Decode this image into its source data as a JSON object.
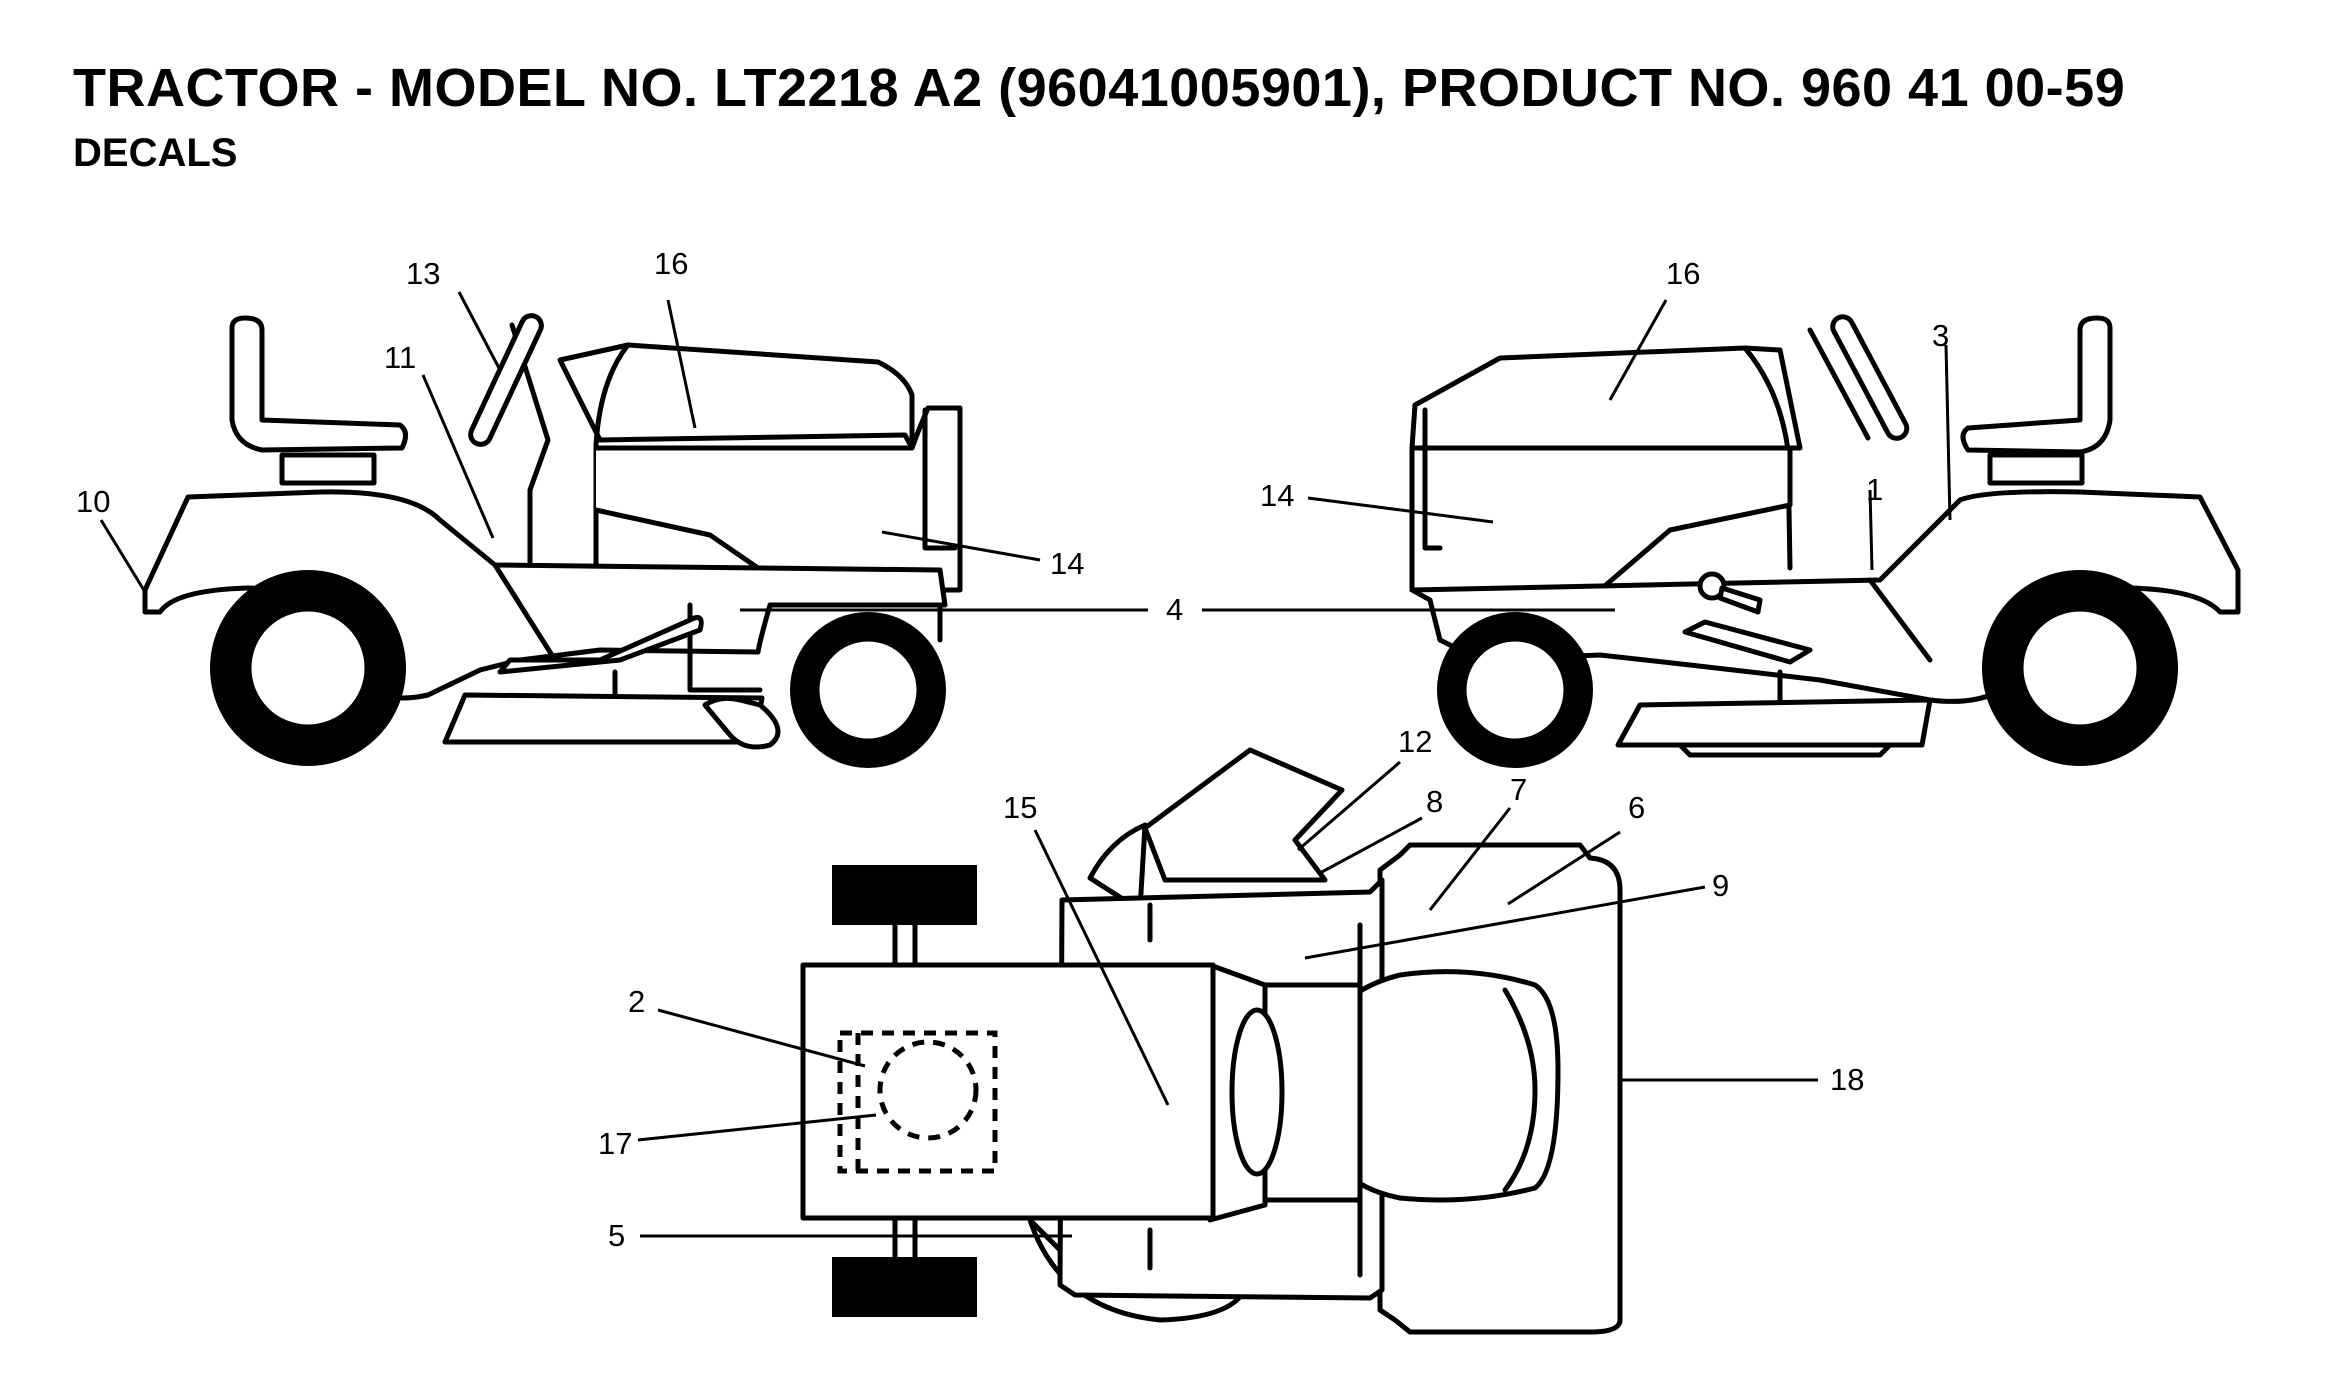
{
  "header": {
    "title": "TRACTOR - MODEL NO. LT2218 A2 (96041005901), PRODUCT NO. 960 41 00-59",
    "subtitle": "DECALS"
  },
  "callouts": {
    "c1": "1",
    "c2": "2",
    "c3": "3",
    "c4": "4",
    "c5": "5",
    "c6": "6",
    "c7": "7",
    "c8": "8",
    "c9": "9",
    "c10": "10",
    "c11": "11",
    "c12": "12",
    "c13": "13",
    "c14_left": "14",
    "c14_right": "14",
    "c15": "15",
    "c16_left": "16",
    "c16_right": "16",
    "c17": "17",
    "c18": "18"
  }
}
